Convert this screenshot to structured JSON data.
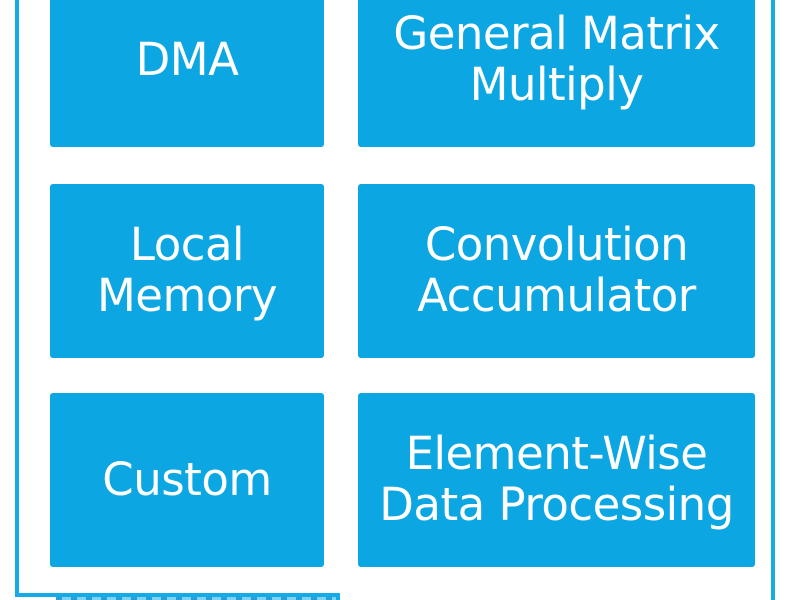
{
  "diagram": {
    "accent_color": "#0ca7e2",
    "frame_color": "#14abe8",
    "text_color": "#ffffff",
    "boxes": [
      {
        "id": "dma",
        "label": "DMA"
      },
      {
        "id": "general-matrix-multiply",
        "label": "General Matrix\nMultiply"
      },
      {
        "id": "local-memory",
        "label": "Local\nMemory"
      },
      {
        "id": "convolution-accumulator",
        "label": "Convolution\nAccumulator"
      },
      {
        "id": "custom",
        "label": "Custom"
      },
      {
        "id": "element-wise-data-processing",
        "label": "Element-Wise\nData Processing"
      }
    ]
  }
}
